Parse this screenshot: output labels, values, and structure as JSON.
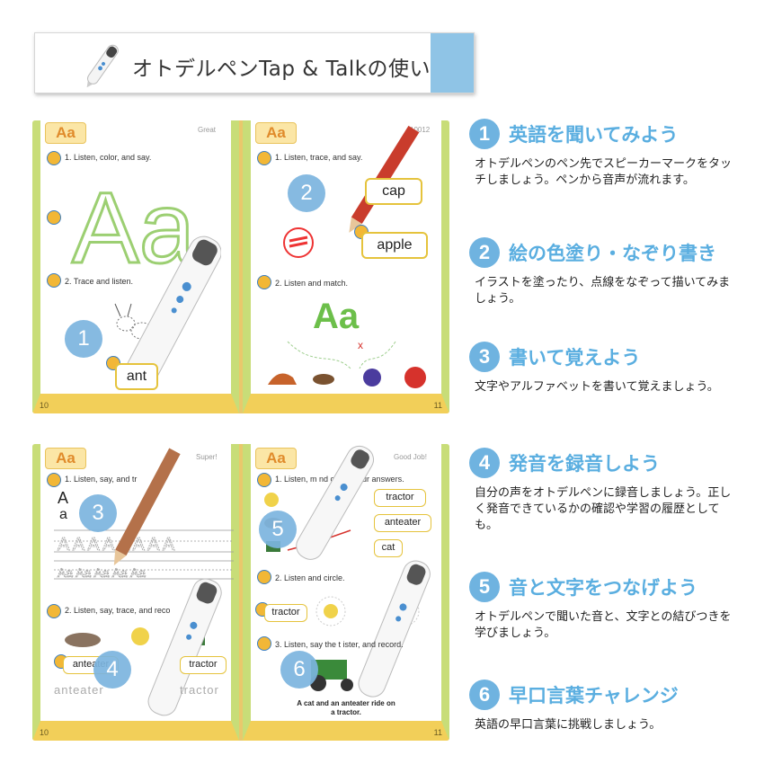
{
  "banner": {
    "title": "オトデルペンTap & Talkの使い方",
    "accent_color": "#8fc4e6",
    "icon": "pen-icon"
  },
  "workbook_top": {
    "left_page": {
      "tab": "Aa",
      "badge": "Great",
      "instruction_1": "1. Listen, color, and say.",
      "instruction_2": "2. Trace and listen.",
      "big_letters": "Aa",
      "word": "ant",
      "page_number": "10",
      "step_marker": "1"
    },
    "right_page": {
      "tab": "Aa",
      "badge": "10012",
      "instruction_1": "1. Listen, trace, and say.",
      "instruction_2": "2. Listen and match.",
      "word_1": "cap",
      "word_2": "apple",
      "letters": "Aa",
      "page_number": "11",
      "step_marker": "2"
    }
  },
  "workbook_bottom": {
    "left_page": {
      "tab": "Aa",
      "badge": "Super!",
      "instruction_1": "1. Listen, say, and tr",
      "instruction_2": "2. Listen, say, trace, and reco",
      "letter_a_upper": "A",
      "letter_a_lower": "a",
      "word_1": "anteater",
      "word_2": "tractor",
      "traced_1": "anteater",
      "traced_2": "tractor",
      "page_number": "10",
      "step_marker_a": "3",
      "step_marker_b": "4"
    },
    "right_page": {
      "tab": "Aa",
      "badge": "Good Job!",
      "instruction_1": "1. Listen, m        nd check your answers.",
      "instruction_2": "2. Listen and circle.",
      "instruction_3": "3. Listen, say the t        ister, and record.",
      "word_1": "tractor",
      "word_2": "anteater",
      "word_3": "cat",
      "word_4": "tractor",
      "caption": "A cat and an anteater ride on a tractor.",
      "page_number": "11",
      "step_marker_a": "5",
      "step_marker_b": "6"
    }
  },
  "steps": [
    {
      "number": "1",
      "heading": "英語を聞いてみよう",
      "desc": "オトデルペンのペン先でスピーカーマークをタッチしましょう。ペンから音声が流れます。"
    },
    {
      "number": "2",
      "heading": "絵の色塗り・なぞり書き",
      "desc": "イラストを塗ったり、点線をなぞって描いてみましょう。"
    },
    {
      "number": "3",
      "heading": "書いて覚えよう",
      "desc": "文字やアルファベットを書いて覚えましょう。"
    },
    {
      "number": "4",
      "heading": "発音を録音しよう",
      "desc": "自分の声をオトデルペンに録音しましょう。正しく発音できているかの確認や学習の履歴としても。"
    },
    {
      "number": "5",
      "heading": "音と文字をつなげよう",
      "desc": "オトデルペンで聞いた音と、文字との結びつきを学びましょう。"
    },
    {
      "number": "6",
      "heading": "早口言葉チャレンジ",
      "desc": "英語の早口言葉に挑戦しましょう。"
    }
  ],
  "colors": {
    "step_circle": "#6fb3e0",
    "step_heading": "#5aaee0",
    "page_border": "#c8dd78",
    "page_footer": "#f2cf59"
  }
}
